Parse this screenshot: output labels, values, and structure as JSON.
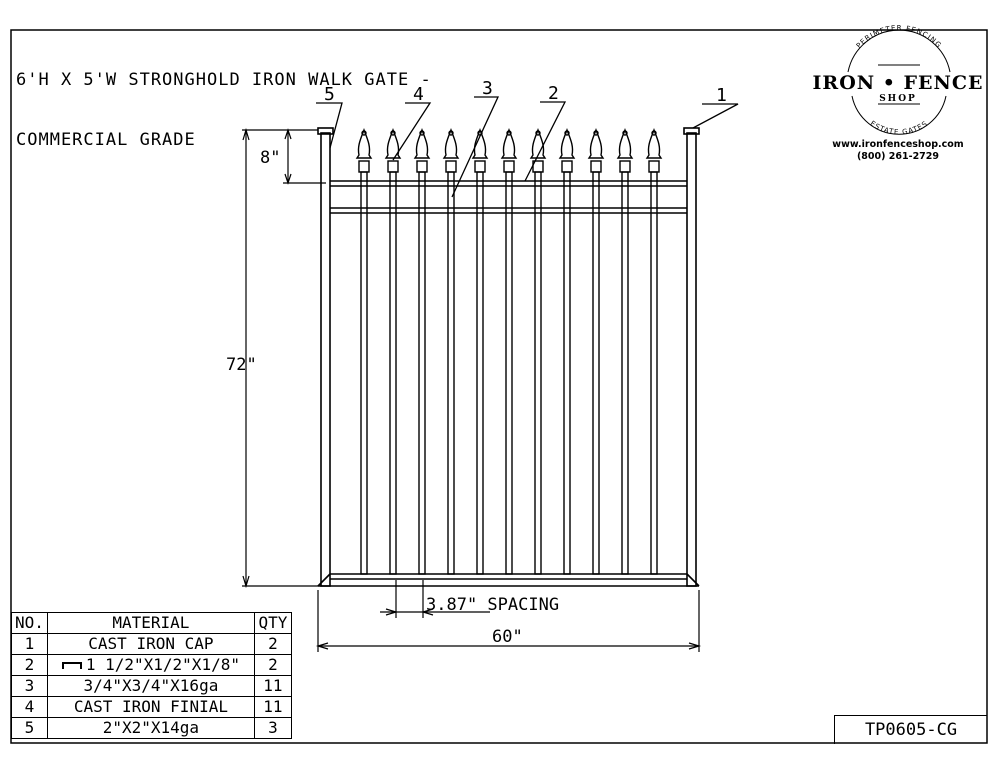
{
  "title_lines": [
    "6'H X 5'W STRONGHOLD IRON WALK GATE -",
    "COMMERCIAL GRADE"
  ],
  "logo": {
    "arc_top": "PERIMETER FENCING",
    "brand": "IRON • FENCE",
    "sub": "SHOP",
    "arc_bottom": "ESTATE GATES",
    "website": "www.ironfenceshop.com",
    "phone": "(800) 261-2729"
  },
  "callouts": [
    "5",
    "4",
    "3",
    "2",
    "1"
  ],
  "dimensions": {
    "finial_height": "8\"",
    "gate_height": "72\"",
    "picket_spacing": "3.87\" SPACING",
    "gate_width": "60\""
  },
  "bom": {
    "headers": [
      "NO.",
      "MATERIAL",
      "QTY"
    ],
    "rows": [
      {
        "no": "1",
        "material": "CAST IRON CAP",
        "qty": "2"
      },
      {
        "no": "2",
        "material": "1 1/2\"X1/2\"X1/8\"",
        "qty": "2"
      },
      {
        "no": "3",
        "material": "3/4\"X3/4\"X16ga",
        "qty": "11"
      },
      {
        "no": "4",
        "material": "CAST IRON FINIAL",
        "qty": "11"
      },
      {
        "no": "5",
        "material": "2\"X2\"X14ga",
        "qty": "3"
      }
    ]
  },
  "drawing_code": "TP0605-CG",
  "picket_count": 11
}
